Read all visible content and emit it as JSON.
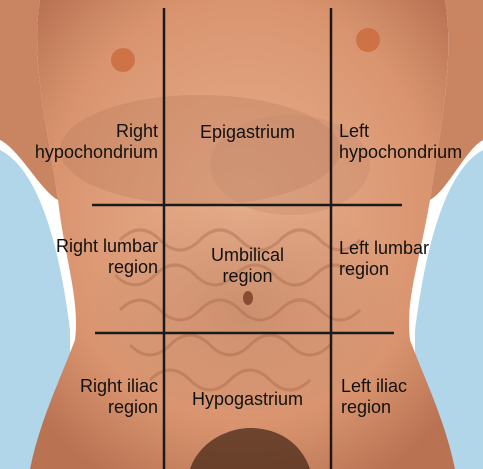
{
  "colors": {
    "background": "#ffffff",
    "skin": "#e0a07e",
    "skin_shadow": "#c47a58",
    "backdrop_blue": "#a9d2e8",
    "organ": "#b8856a",
    "grid_line": "#1a1a1a",
    "label_text": "#111111"
  },
  "regions": {
    "right_hypochondrium": {
      "line1": "Right",
      "line2": "hypochondrium"
    },
    "epigastrium": {
      "line1": "Epigastrium"
    },
    "left_hypochondrium": {
      "line1": "Left",
      "line2": "hypochondrium"
    },
    "right_lumbar": {
      "line1": "Right lumbar",
      "line2": "region"
    },
    "umbilical": {
      "line1": "Umbilical",
      "line2": "region"
    },
    "left_lumbar": {
      "line1": "Left lumbar",
      "line2": "region"
    },
    "right_iliac": {
      "line1": "Right iliac",
      "line2": "region"
    },
    "hypogastrium": {
      "line1": "Hypogastrium"
    },
    "left_iliac": {
      "line1": "Left iliac",
      "line2": "region"
    }
  }
}
